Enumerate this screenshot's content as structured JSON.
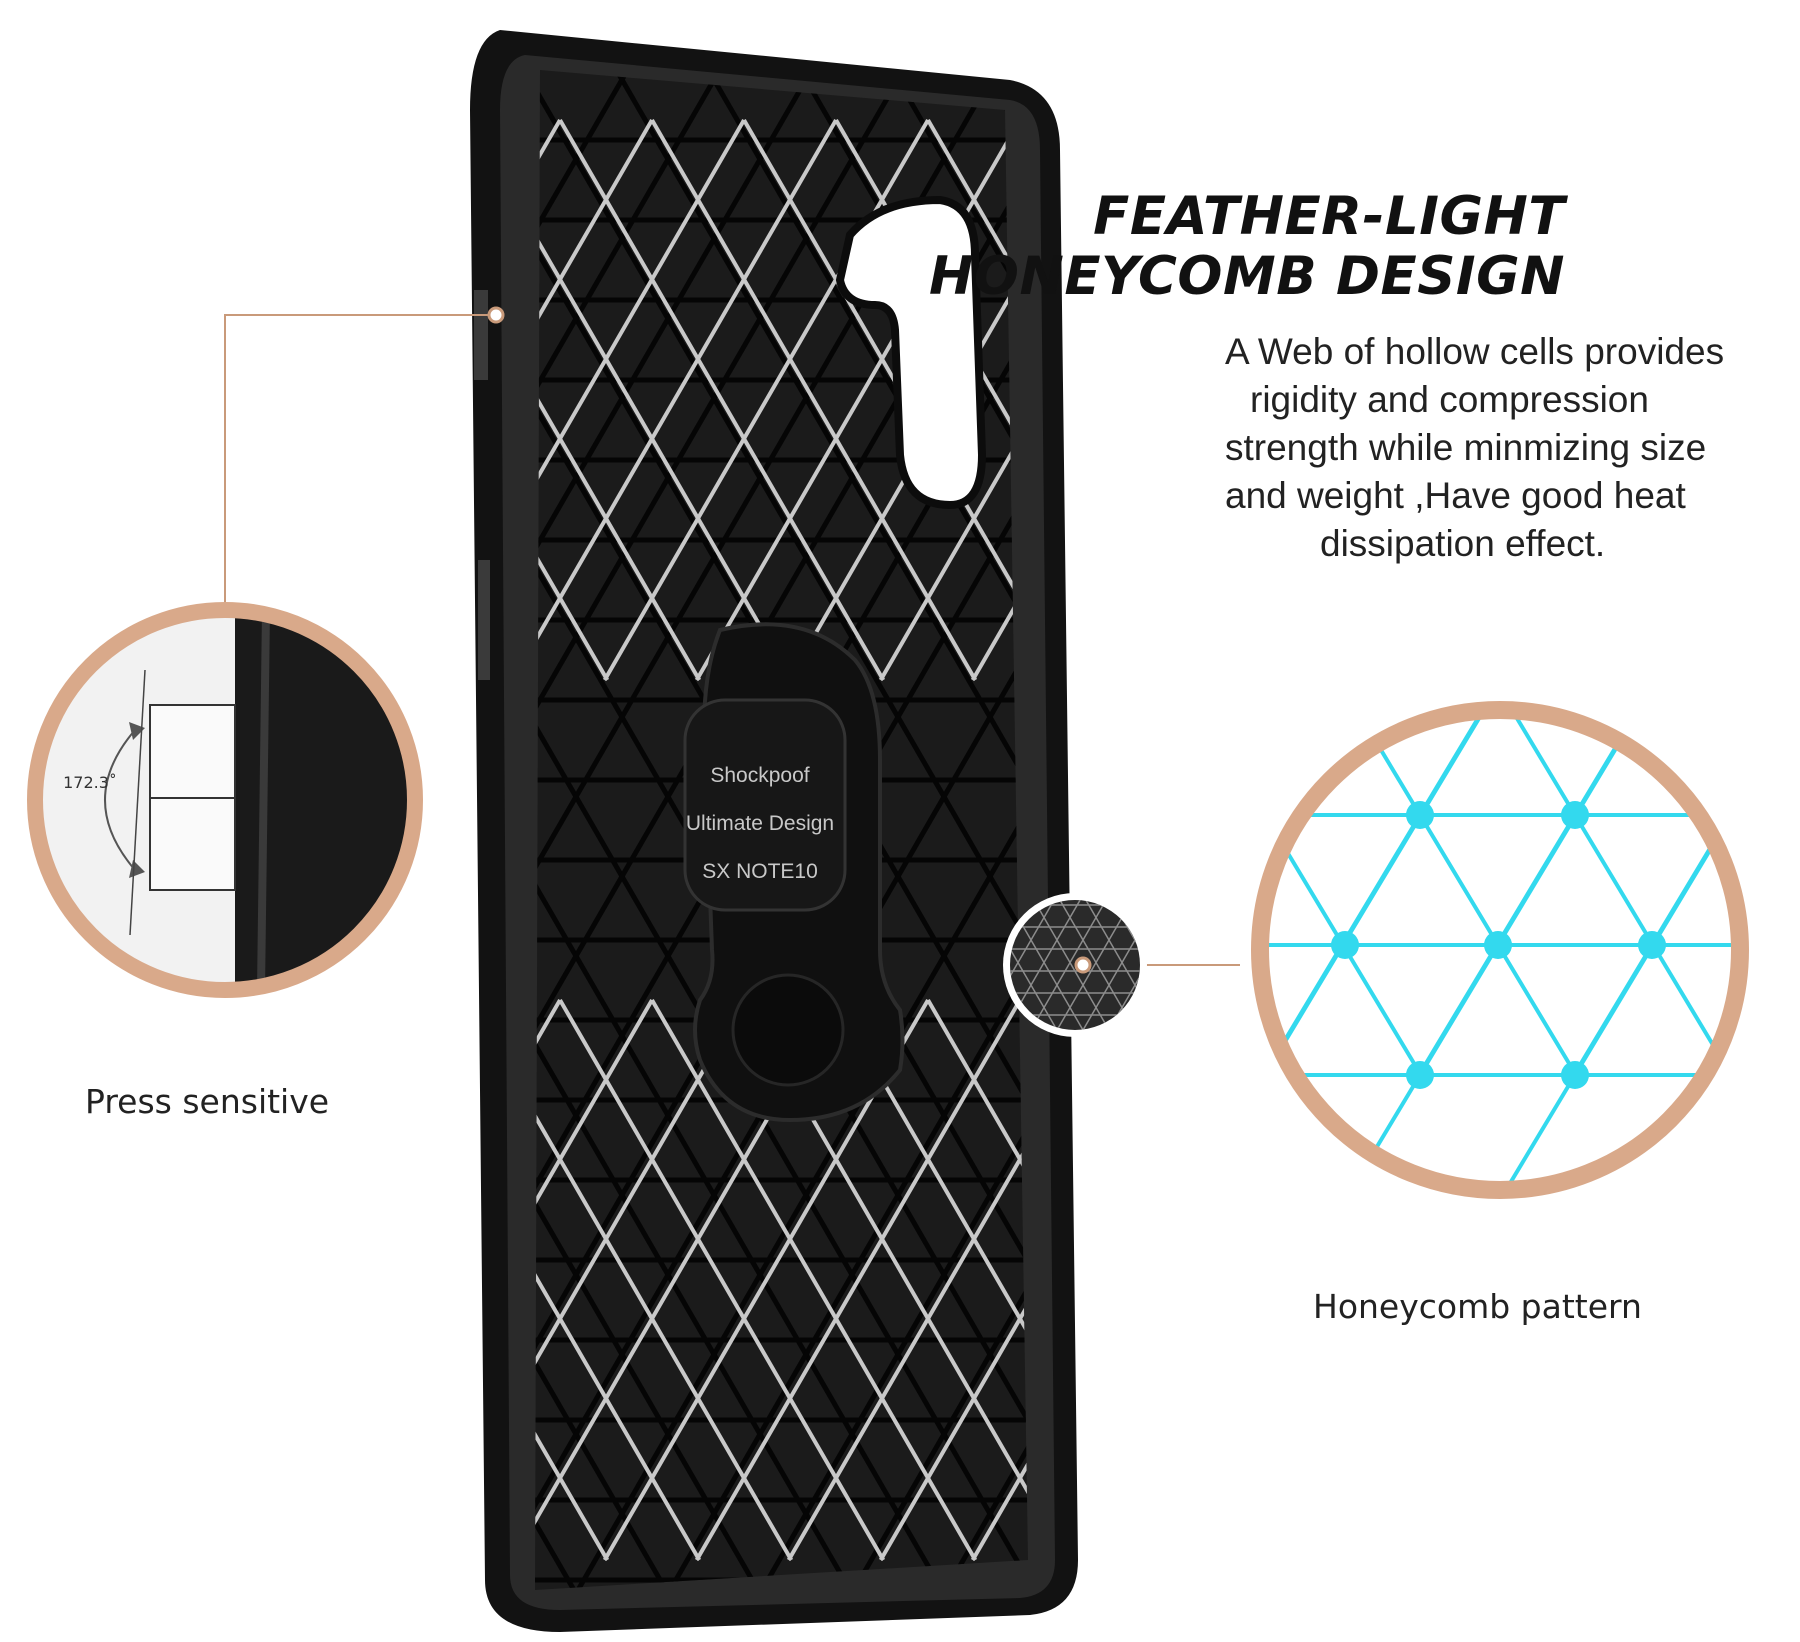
{
  "heading": {
    "line1": "FEATHER-LIGHT",
    "line2": "HONEYCOMB DESIGN"
  },
  "description": {
    "lines": [
      "A Web of hollow cells provides",
      "rigidity and compression",
      "strength while minmizing size",
      "and weight ,Have good heat",
      "dissipation effect."
    ]
  },
  "callouts": {
    "press": {
      "label": "Press sensitive",
      "angle": "172.3˚"
    },
    "honeycomb": {
      "label": "Honeycomb pattern"
    }
  },
  "case_print": {
    "line1": "Shockpoof",
    "line2": "Ultimate Design",
    "line3": "SX NOTE10"
  },
  "colors": {
    "accent_ring": "#d9a98a",
    "honeycomb_line": "#33d9ee",
    "case_body": "#1b1b1b",
    "pattern_light": "#c9c9c9"
  }
}
